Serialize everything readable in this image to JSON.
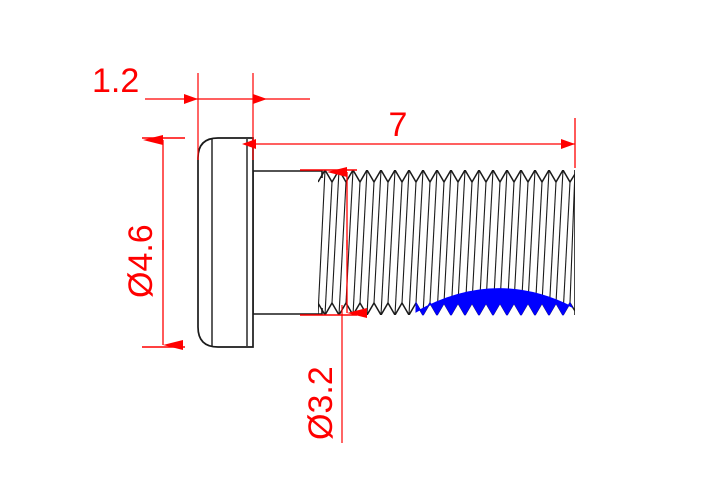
{
  "drawing": {
    "title": "Screw side-view technical drawing",
    "background_color": "#ffffff",
    "outline_color": "#1a1a1a",
    "dimension_color": "#ff0000",
    "highlight_color": "#0000ff",
    "units": "mm"
  },
  "dimensions": {
    "head_thickness": {
      "label": "1.2",
      "name": "head-thickness-dimension",
      "orientation": "horizontal",
      "value": 1.2
    },
    "head_diameter": {
      "label": "Ø4.6",
      "name": "head-diameter-dimension",
      "orientation": "vertical",
      "value": 4.6
    },
    "thread_length": {
      "label": "7",
      "name": "thread-length-dimension",
      "orientation": "horizontal",
      "value": 7
    },
    "thread_diameter": {
      "label": "Ø3.2",
      "name": "thread-diameter-dimension",
      "orientation": "vertical",
      "value": 3.2
    }
  },
  "part": {
    "head": {
      "name": "screw-head",
      "shape": "rounded-rectangle"
    },
    "shank": {
      "name": "screw-shank",
      "shape": "rectangle"
    },
    "thread": {
      "name": "screw-thread",
      "shape": "zigzag",
      "tooth_count": 18
    },
    "highlight": {
      "name": "thread-contact-highlight",
      "shape": "arc-lens",
      "color": "#0000ff"
    }
  }
}
